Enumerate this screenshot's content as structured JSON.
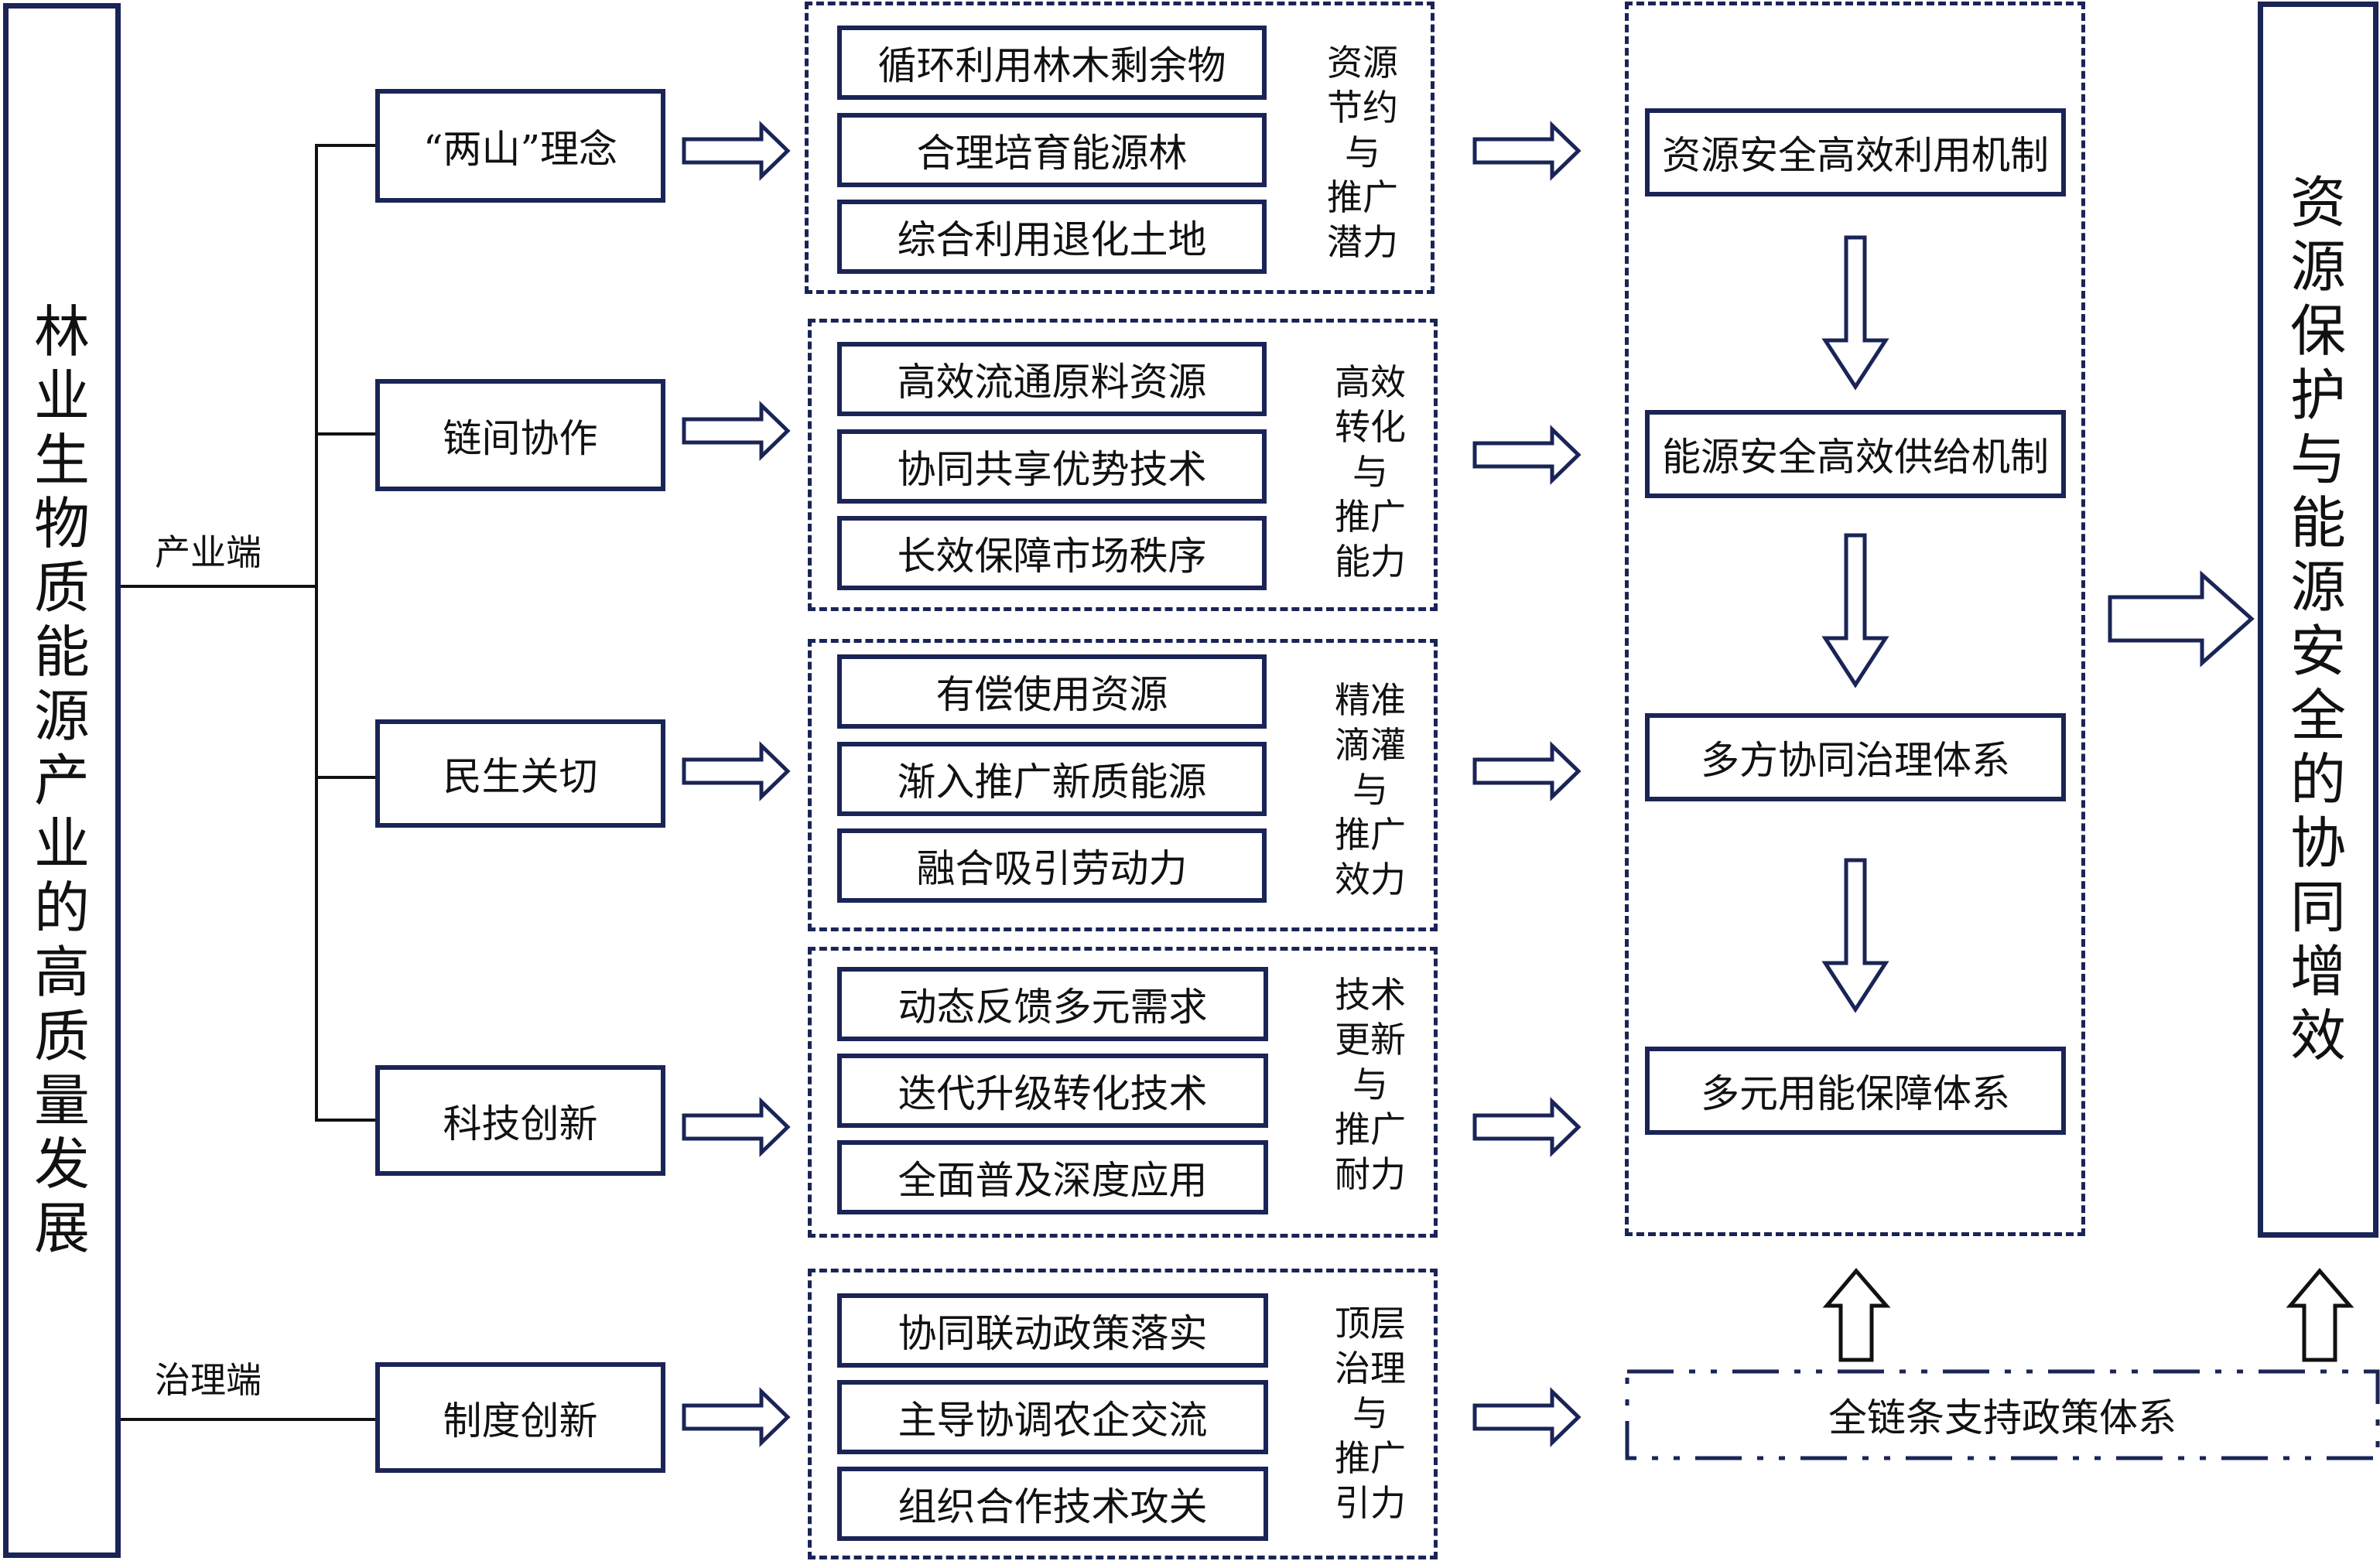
{
  "left_title": "林业生物质能源产业的高质量发展",
  "right_title": "资源保护与能源安全的协同增效",
  "branch_labels": {
    "industry": "产业端",
    "governance": "治理端"
  },
  "categories": [
    {
      "label": "“两山”理念",
      "items": [
        "循环利用林木剩余物",
        "合理培育能源林",
        "综合利用退化土地"
      ],
      "side": [
        "资源",
        "节约",
        "与",
        "推广",
        "潜力"
      ]
    },
    {
      "label": "链间协作",
      "items": [
        "高效流通原料资源",
        "协同共享优势技术",
        "长效保障市场秩序"
      ],
      "side": [
        "高效",
        "转化",
        "与",
        "推广",
        "能力"
      ]
    },
    {
      "label": "民生关切",
      "items": [
        "有偿使用资源",
        "渐入推广新质能源",
        "融合吸引劳动力"
      ],
      "side": [
        "精准",
        "滴灌",
        "与",
        "推广",
        "效力"
      ]
    },
    {
      "label": "科技创新",
      "items": [
        "动态反馈多元需求",
        "迭代升级转化技术",
        "全面普及深度应用"
      ],
      "side": [
        "技术",
        "更新",
        "与",
        "推广",
        "耐力"
      ]
    },
    {
      "label": "制度创新",
      "items": [
        "协同联动政策落实",
        "主导协调农企交流",
        "组织合作技术攻关"
      ],
      "side": [
        "顶层",
        "治理",
        "与",
        "推广",
        "引力"
      ]
    }
  ],
  "mechanisms": [
    "资源安全高效利用机制",
    "能源安全高效供给机制",
    "多方协同治理体系",
    "多元用能保障体系"
  ],
  "policy_system": "全链条支持政策体系",
  "colors": {
    "border_navy": "#1a2456",
    "line_black": "#111111"
  }
}
